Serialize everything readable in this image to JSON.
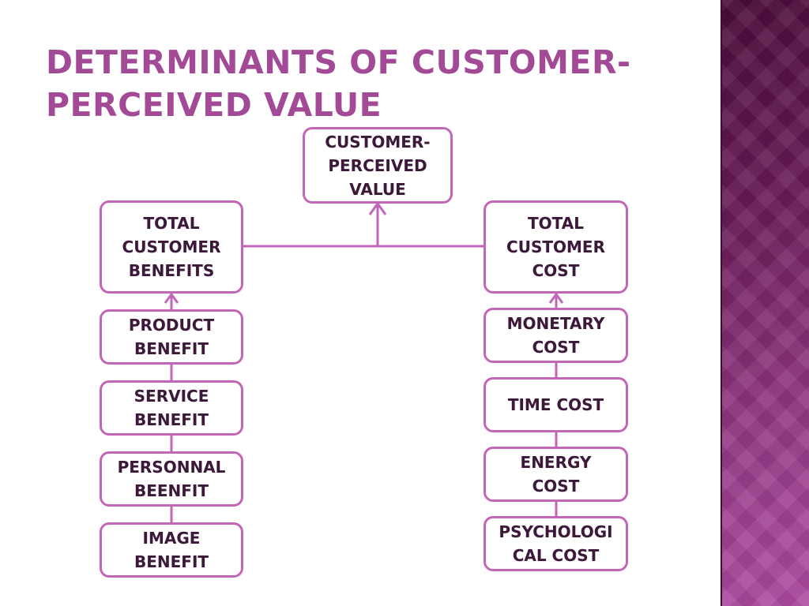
{
  "slide": {
    "title_lines": [
      "DETERMINANTS OF CUSTOMER-",
      "PERCEIVED VALUE"
    ]
  },
  "nodes": {
    "value": "CUSTOMER-\nPERCEIVED\nVALUE",
    "benefits": "TOTAL\nCUSTOMER\nBENEFITS",
    "cost": "TOTAL\nCUSTOMER\nCOST",
    "product": "PRODUCT\nBENEFIT",
    "service": "SERVICE\nBENEFIT",
    "personnal": "PERSONNAL\nBEENFIT",
    "image": "IMAGE\nBENEFIT",
    "monetary": "MONETARY\nCOST",
    "time": "TIME COST",
    "energy": "ENERGY\nCOST",
    "psychological": "PSYCHOLOGI\nCAL COST"
  },
  "colors": {
    "accent": "#c266b8",
    "title": "#a34a97",
    "text": "#3a1a38",
    "band": "#6a1c58"
  }
}
